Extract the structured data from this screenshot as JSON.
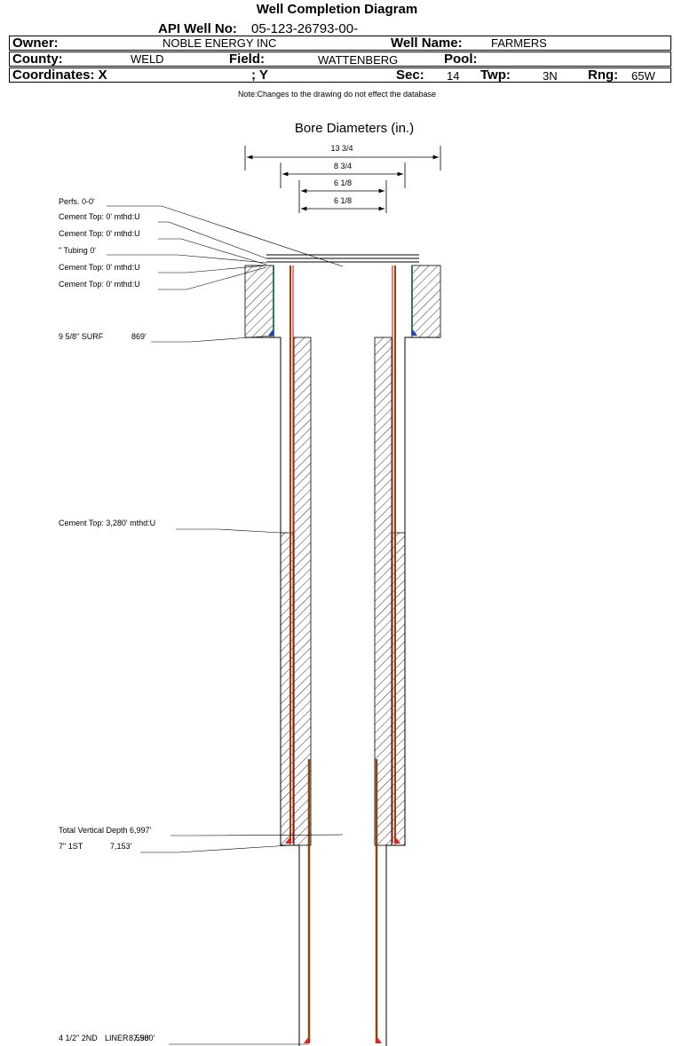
{
  "header": {
    "title": "Well Completion Diagram",
    "api_label": "API Well No:",
    "api_value": "05-123-26793-00-",
    "owner_label": "Owner:",
    "owner_value": "NOBLE ENERGY INC",
    "well_name_label": "Well Name:",
    "well_name_value": "FARMERS",
    "county_label": "County:",
    "county_value": "WELD",
    "field_label": "Field:",
    "field_value": "WATTENBERG",
    "pool_label": "Pool:",
    "pool_value": "",
    "coords_label": "Coordinates: X",
    "coords_y_label": "; Y",
    "sec_label": "Sec:",
    "sec_value": "14",
    "twp_label": "Twp:",
    "twp_value": "3N",
    "rng_label": "Rng:",
    "rng_value": "65W"
  },
  "note": "Note:Changes to the drawing do not effect the database",
  "diagram": {
    "bore_title": "Bore Diameters (in.)",
    "diameters": [
      "13 3/4",
      "8 3/4",
      "6 1/8",
      "6 1/8"
    ],
    "annotations": {
      "perfs": "Perfs. 0-0'",
      "cement_top_1": "Cement Top: 0' mthd:U",
      "cement_top_2": "Cement Top: 0' mthd:U",
      "tubing": "\" Tubing 0'",
      "cement_top_3": "Cement Top: 0' mthd:U",
      "cement_top_4": "Cement Top: 0' mthd:U",
      "surf_casing": "9 5/8\" SURF",
      "surf_depth": "869'",
      "cement_top_5": "Cement Top: 3,280' mthd:U",
      "tvd": "Total Vertical Depth 6,997'",
      "first_casing": "7\" 1ST",
      "first_depth": "7,153'",
      "liner_a": "4 1/2\" 2ND",
      "liner_b": "LINER",
      "liner_depth_a": "7,580'",
      "liner_depth_b": "8,590'"
    },
    "colors": {
      "casing_brown": "#8B4513",
      "casing_red": "#E8211B",
      "cement_green": "#2E7D5E",
      "shoe_blue": "#1F3FBF",
      "shoe_red": "#E8211B"
    }
  }
}
